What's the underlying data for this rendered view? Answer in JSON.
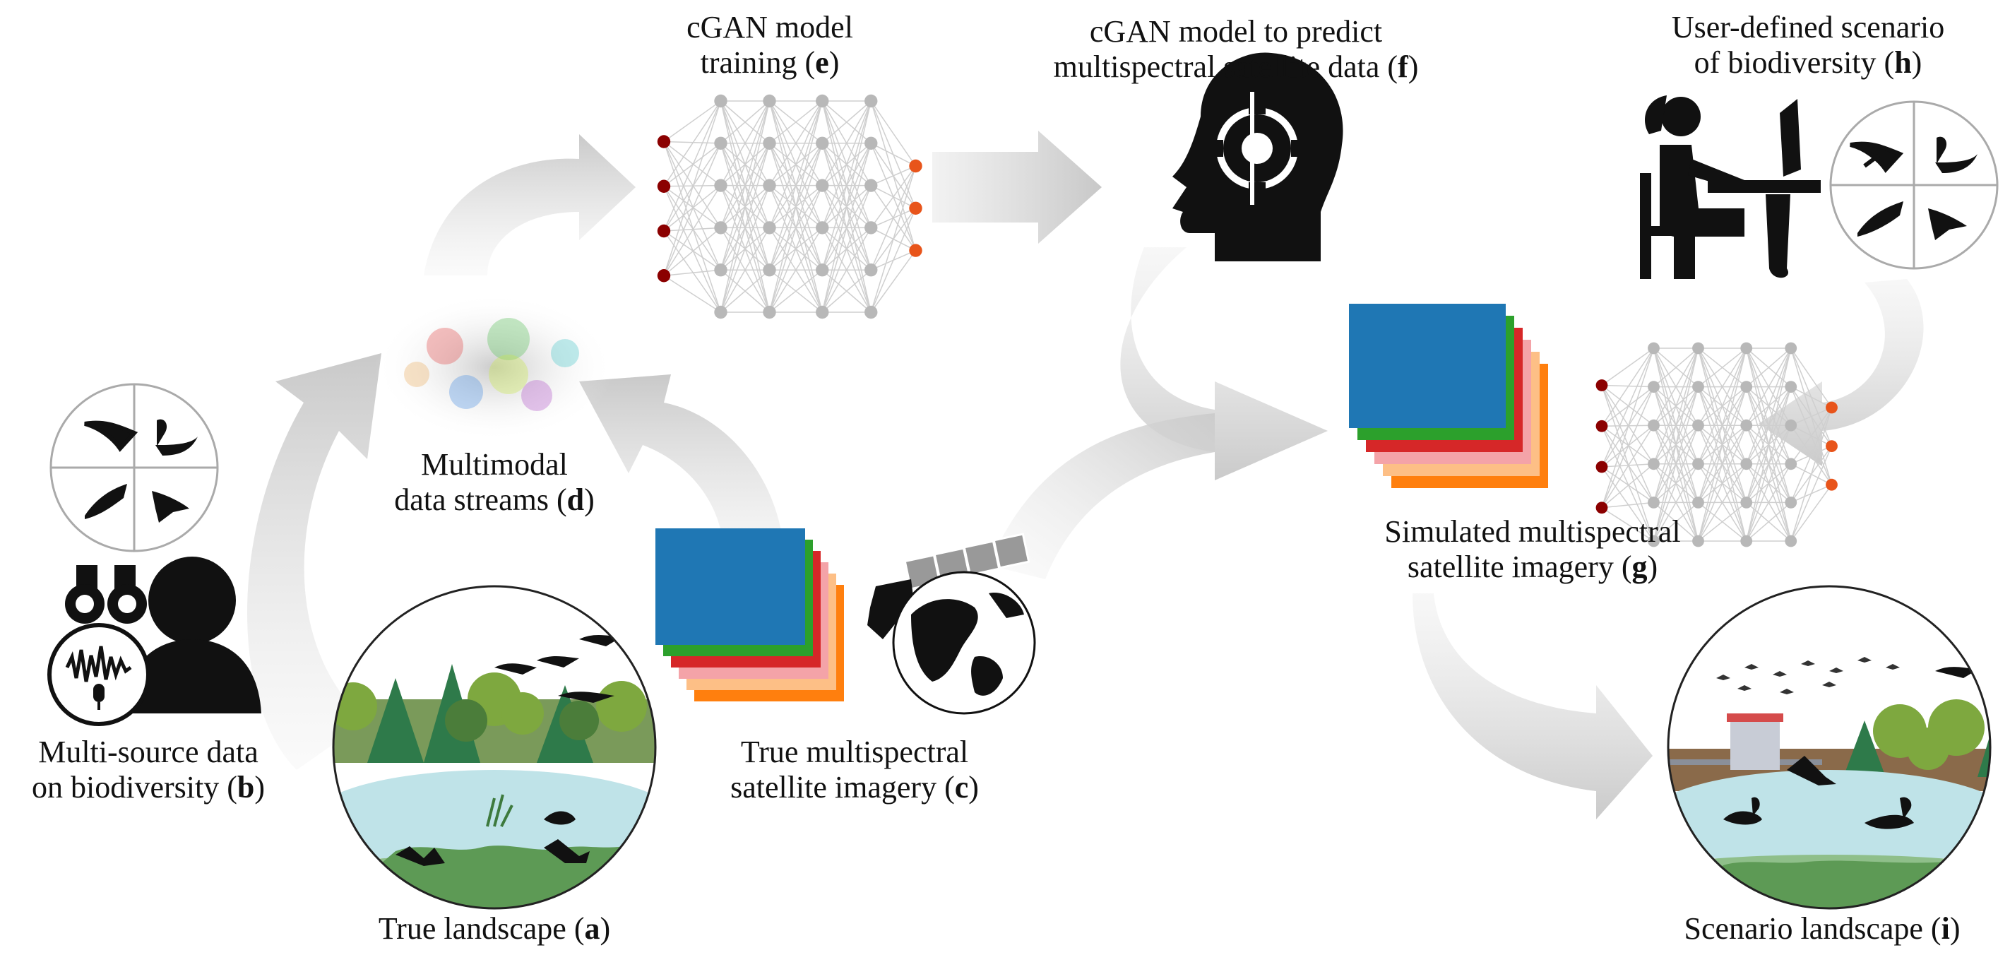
{
  "labels": {
    "a": {
      "text": "True landscape (",
      "letter": "a",
      "close": ")"
    },
    "b": {
      "line1": "Multi-source data",
      "line2": "on biodiversity (",
      "letter": "b",
      "close": ")"
    },
    "c": {
      "line1": "True multispectral",
      "line2": "satellite imagery (",
      "letter": "c",
      "close": ")"
    },
    "d": {
      "line1": "Multimodal",
      "line2": "data streams (",
      "letter": "d",
      "close": ")"
    },
    "e": {
      "line1": "cGAN model",
      "line2": "training (",
      "letter": "e",
      "close": ")"
    },
    "f": {
      "line1": "cGAN model to predict",
      "line2": "multispectral satellite data (",
      "letter": "f",
      "close": ")"
    },
    "g": {
      "line1": "Simulated multispectral",
      "line2": "satellite imagery (",
      "letter": "g",
      "close": ")"
    },
    "h": {
      "line1": "User-defined scenario",
      "line2": "of biodiversity (",
      "letter": "h",
      "close": ")"
    },
    "i": {
      "text": "Scenario landscape (",
      "letter": "i",
      "close": ")"
    }
  },
  "colors": {
    "band_blue": "#1f77b4",
    "band_green": "#2ca02c",
    "band_red": "#d62728",
    "band_pink": "#f4a3a8",
    "band_peach": "#fdbf86",
    "band_orange": "#ff7f0e",
    "arrow_gray": "#cfcfcf",
    "nn_input": "#8b0000",
    "nn_output": "#e8541a",
    "nn_hidden": "#b8b8b8",
    "water": "#bfe3e8",
    "shore": "#8fbf8a"
  },
  "icons": [
    "binoculars-icon",
    "person-icon",
    "microphone-icon",
    "bird-icon",
    "duck-icon",
    "head-gear-icon",
    "user-at-desk-icon",
    "satellite-icon",
    "globe-icon",
    "tractor-icon",
    "tree-icon"
  ]
}
